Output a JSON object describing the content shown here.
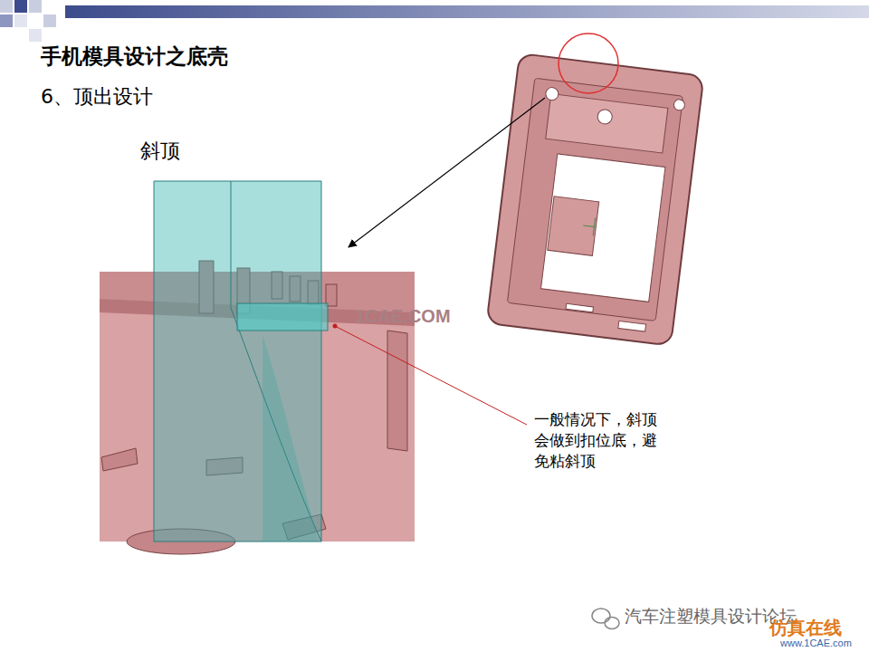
{
  "diagram": {
    "title": "手机模具设计之底壳",
    "labels": [
      "6、顶出设计",
      "斜顶",
      "1CAE.COM",
      "一般情况下，斜顶会做到扣位底，避免粘斜顶",
      "汽车注塑模具设计论坛",
      "仿真在线",
      "www.1CAE.com"
    ]
  }
}
